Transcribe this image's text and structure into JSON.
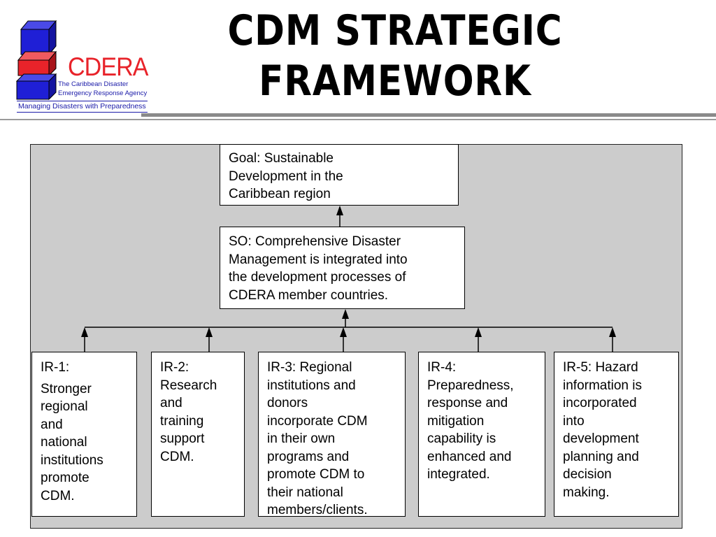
{
  "logo": {
    "name": "CDERA",
    "subtitle_line1": "The Caribbean Disaster",
    "subtitle_line2": "Emergency Response Agency",
    "tagline": "Managing Disasters with Preparedness",
    "colors": {
      "blue": "#1f1fd6",
      "red": "#e8232a"
    }
  },
  "title": {
    "line1": "CDM STRATEGIC",
    "line2": "FRAMEWORK"
  },
  "diagram": {
    "goal": "Goal:  Sustainable\nDevelopment in the\nCaribbean region",
    "so": "SO:  Comprehensive Disaster\nManagement is integrated into\nthe development processes of\nCDERA member countries.",
    "ir1_label": "IR-1:",
    "ir1_text": "Stronger\nregional\nand\nnational\ninstitutions\npromote\nCDM.",
    "ir2": "IR-2:\nResearch\nand\ntraining\nsupport\nCDM.",
    "ir3": "IR-3: Regional\ninstitutions and\ndonors\nincorporate CDM\nin their own\nprograms and\npromote CDM to\ntheir national\nmembers/clients.",
    "ir4": "IR-4:\nPreparedness,\nresponse and\nmitigation\ncapability is\nenhanced and\nintegrated.",
    "ir5": "IR-5: Hazard\ninformation is\nincorporated\ninto\ndevelopment\nplanning and\ndecision\nmaking.",
    "panel_color": "#cccccc"
  }
}
